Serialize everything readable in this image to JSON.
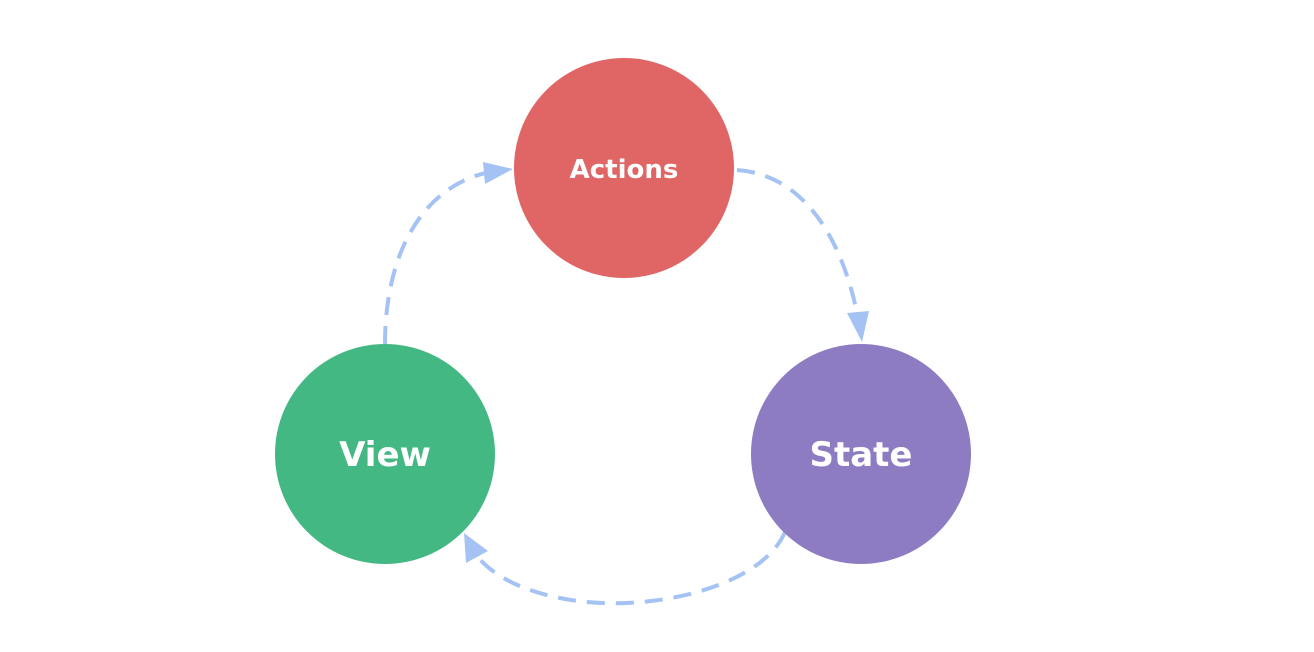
{
  "nodes": {
    "actions": {
      "label": "Actions",
      "color": "#e06666"
    },
    "state": {
      "label": "State",
      "color": "#8e7cc3"
    },
    "view": {
      "label": "View",
      "color": "#43b883"
    }
  },
  "arrow_color": "#a4c2f4",
  "flow": [
    "Actions",
    "State",
    "View",
    "Actions"
  ]
}
